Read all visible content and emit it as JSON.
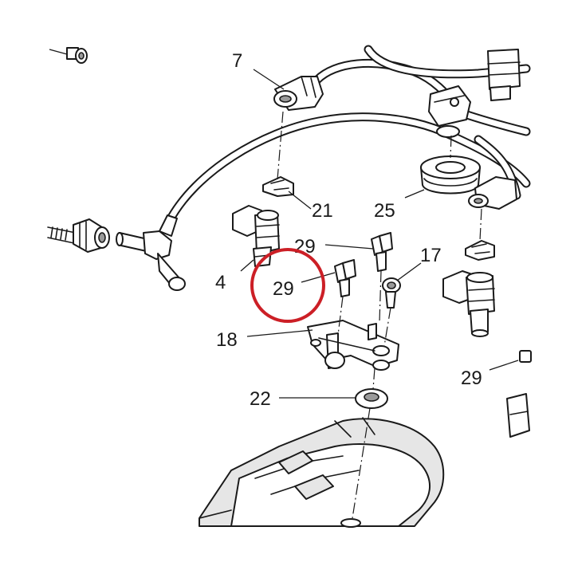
{
  "callouts": {
    "c7": "7",
    "c21": "21",
    "c25": "25",
    "c4": "4",
    "c29_top": "29",
    "c17": "17",
    "c29_circled": "29",
    "c18": "18",
    "c22": "22",
    "c29_right": "29"
  },
  "highlight": {
    "color": "#cc1f26",
    "target": "29"
  }
}
